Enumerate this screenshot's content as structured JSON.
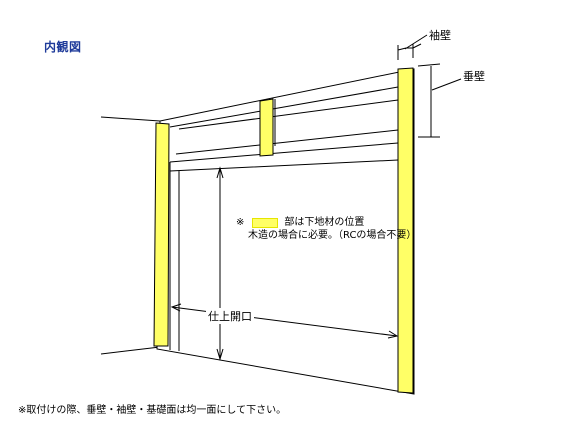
{
  "title": "内観図",
  "labels": {
    "sode_kabe": "袖壁",
    "tare_kabe": "垂壁",
    "opening": "仕上開口"
  },
  "note": {
    "prefix": "※",
    "line1_suffix": "部は下地材の位置",
    "line2": "木造の場合に必要。（RCの場合不要）"
  },
  "footer": "※取付けの際、垂壁・袖壁・基礎面は均一面にして下さい。",
  "colors": {
    "title": "#1f3b9a",
    "highlight": "#ffff66"
  }
}
